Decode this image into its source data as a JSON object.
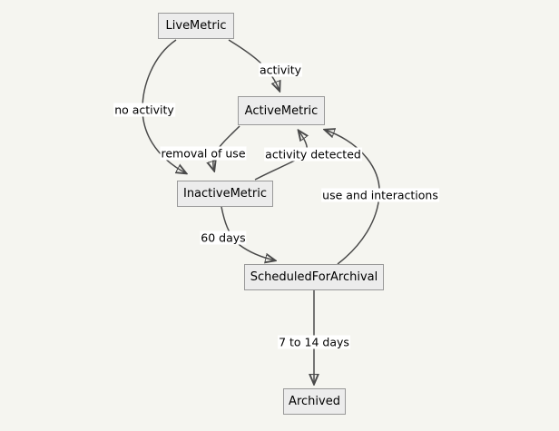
{
  "diagram": {
    "kind": "state-transition-diagram",
    "colors": {
      "background": "#f5f5f0",
      "node_fill": "#ececec",
      "node_border": "#999999",
      "edge_stroke": "#4a4a4a",
      "label_background": "#ffffff",
      "text": "#000000"
    },
    "nodes": [
      {
        "id": "LiveMetric",
        "label": "LiveMetric"
      },
      {
        "id": "ActiveMetric",
        "label": "ActiveMetric"
      },
      {
        "id": "InactiveMetric",
        "label": "InactiveMetric"
      },
      {
        "id": "ScheduledForArchival",
        "label": "ScheduledForArchival"
      },
      {
        "id": "Archived",
        "label": "Archived"
      }
    ],
    "edges": [
      {
        "from": "LiveMetric",
        "to": "ActiveMetric",
        "label": "activity"
      },
      {
        "from": "LiveMetric",
        "to": "InactiveMetric",
        "label": "no activity"
      },
      {
        "from": "ActiveMetric",
        "to": "InactiveMetric",
        "label": "removal of use"
      },
      {
        "from": "InactiveMetric",
        "to": "ActiveMetric",
        "label": "activity detected"
      },
      {
        "from": "ScheduledForArchival",
        "to": "ActiveMetric",
        "label": "use and interactions"
      },
      {
        "from": "InactiveMetric",
        "to": "ScheduledForArchival",
        "label": "60 days"
      },
      {
        "from": "ScheduledForArchival",
        "to": "Archived",
        "label": "7 to 14 days"
      }
    ]
  }
}
